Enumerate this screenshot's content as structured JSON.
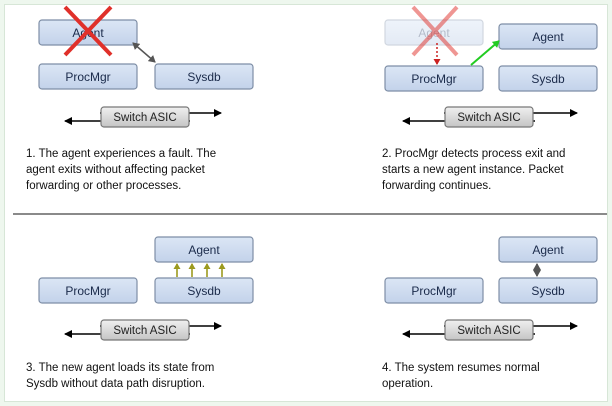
{
  "panels": [
    {
      "boxes": {
        "agent": "Agent",
        "procmgr": "ProcMgr",
        "sysdb": "Sysdb",
        "switch": "Switch ASIC"
      },
      "caption": "1. The agent experiences a fault.  The\nagent exits without affecting packet\nforwarding or other processes."
    },
    {
      "boxes": {
        "agent_old": "Agent",
        "agent_new": "Agent",
        "procmgr": "ProcMgr",
        "sysdb": "Sysdb",
        "switch": "Switch ASIC"
      },
      "caption": "2. ProcMgr detects process exit and\nstarts a new agent instance.  Packet\nforwarding continues."
    },
    {
      "boxes": {
        "agent": "Agent",
        "procmgr": "ProcMgr",
        "sysdb": "Sysdb",
        "switch": "Switch ASIC"
      },
      "caption": "3. The new agent loads its state from\nSysdb without data path disruption."
    },
    {
      "boxes": {
        "agent": "Agent",
        "procmgr": "ProcMgr",
        "sysdb": "Sysdb",
        "switch": "Switch ASIC"
      },
      "caption": "4. The system resumes normal\noperation."
    }
  ],
  "colors": {
    "box_fill": "#cfdcf0",
    "box_stroke": "#7e8ea6",
    "cross": "#e0302a",
    "restart_arrow": "#cc2222",
    "spawn_arrow": "#22cc22",
    "load_arrow": "#9c9a1e",
    "link_arrow": "#555555"
  }
}
